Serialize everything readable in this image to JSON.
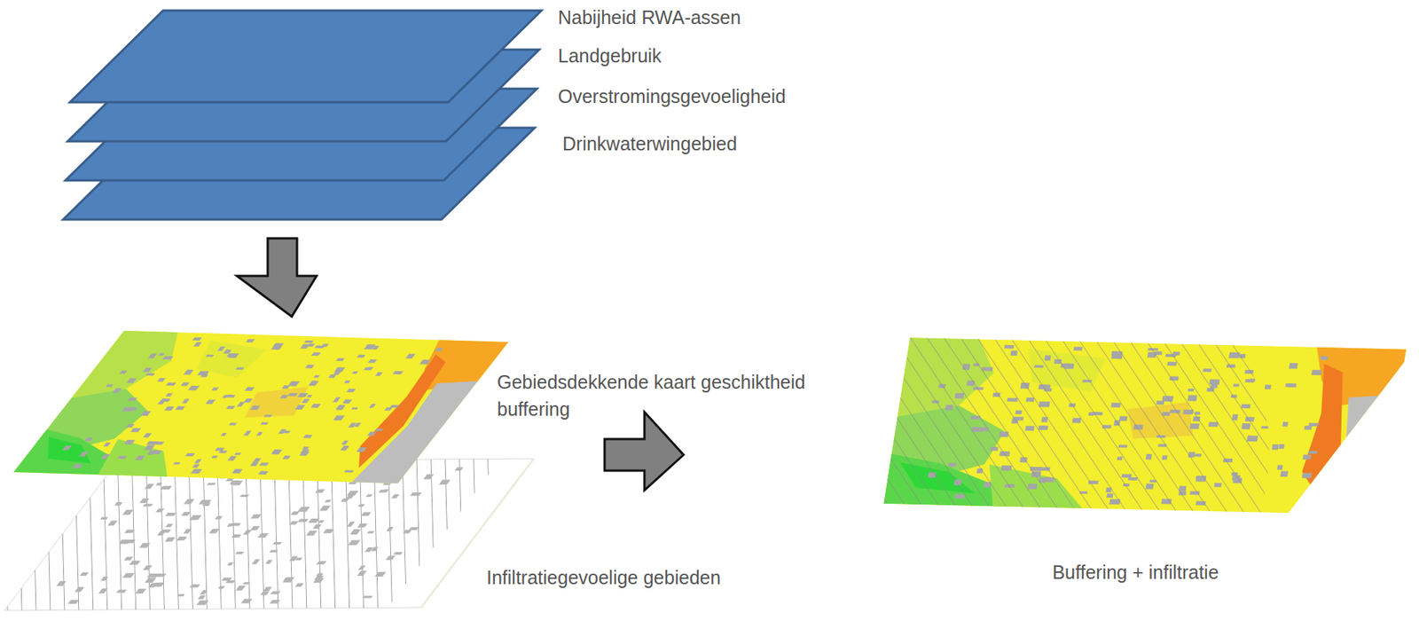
{
  "diagram": {
    "labels": [
      "Nabijheid RWA-assen",
      "Landgebruik",
      "Overstromingsgevoeligheid",
      "Drinkwaterwingebied",
      "Gebiedsdekkende kaart geschiktheid buffering",
      "Infiltratiegevoelige gebieden",
      "Buffering + infiltratie"
    ]
  }
}
